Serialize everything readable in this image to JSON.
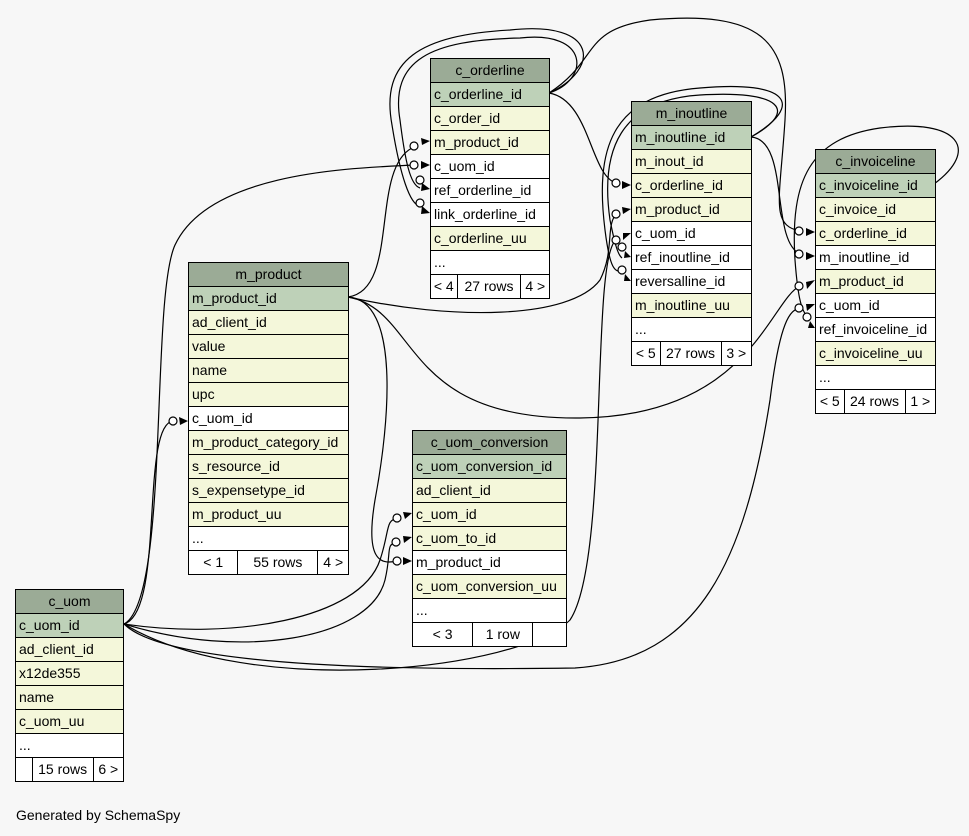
{
  "credit": "Generated by SchemaSpy",
  "colors": {
    "header": "#9bab96",
    "primary_key": "#bed1b8",
    "column": "#f4f7da",
    "foreign_key": "#ffffff",
    "background": "#f7f7f7"
  },
  "tables": {
    "c_orderline": {
      "name": "c_orderline",
      "rows": [
        {
          "label": "c_orderline_id",
          "kind": "pk"
        },
        {
          "label": "c_order_id",
          "kind": "col"
        },
        {
          "label": "m_product_id",
          "kind": "col"
        },
        {
          "label": "c_uom_id",
          "kind": "fk"
        },
        {
          "label": "ref_orderline_id",
          "kind": "fk"
        },
        {
          "label": "link_orderline_id",
          "kind": "fk"
        },
        {
          "label": "c_orderline_uu",
          "kind": "col"
        },
        {
          "label": "...",
          "kind": "more"
        }
      ],
      "footer": [
        "< 4",
        "27 rows",
        "4 >"
      ]
    },
    "m_inoutline": {
      "name": "m_inoutline",
      "rows": [
        {
          "label": "m_inoutline_id",
          "kind": "pk"
        },
        {
          "label": "m_inout_id",
          "kind": "col"
        },
        {
          "label": "c_orderline_id",
          "kind": "col"
        },
        {
          "label": "m_product_id",
          "kind": "col"
        },
        {
          "label": "c_uom_id",
          "kind": "fk"
        },
        {
          "label": "ref_inoutline_id",
          "kind": "fk"
        },
        {
          "label": "reversalline_id",
          "kind": "fk"
        },
        {
          "label": "m_inoutline_uu",
          "kind": "col"
        },
        {
          "label": "...",
          "kind": "more"
        }
      ],
      "footer": [
        "< 5",
        "27 rows",
        "3 >"
      ]
    },
    "c_invoiceline": {
      "name": "c_invoiceline",
      "rows": [
        {
          "label": "c_invoiceline_id",
          "kind": "pk"
        },
        {
          "label": "c_invoice_id",
          "kind": "col"
        },
        {
          "label": "c_orderline_id",
          "kind": "col"
        },
        {
          "label": "m_inoutline_id",
          "kind": "fk"
        },
        {
          "label": "m_product_id",
          "kind": "col"
        },
        {
          "label": "c_uom_id",
          "kind": "fk"
        },
        {
          "label": "ref_invoiceline_id",
          "kind": "fk"
        },
        {
          "label": "c_invoiceline_uu",
          "kind": "col"
        },
        {
          "label": "...",
          "kind": "more"
        }
      ],
      "footer": [
        "< 5",
        "24 rows",
        "1 >"
      ]
    },
    "m_product": {
      "name": "m_product",
      "rows": [
        {
          "label": "m_product_id",
          "kind": "pk"
        },
        {
          "label": "ad_client_id",
          "kind": "col"
        },
        {
          "label": "value",
          "kind": "col"
        },
        {
          "label": "name",
          "kind": "col"
        },
        {
          "label": "upc",
          "kind": "col"
        },
        {
          "label": "c_uom_id",
          "kind": "fk"
        },
        {
          "label": "m_product_category_id",
          "kind": "col"
        },
        {
          "label": "s_resource_id",
          "kind": "col"
        },
        {
          "label": "s_expensetype_id",
          "kind": "col"
        },
        {
          "label": "m_product_uu",
          "kind": "col"
        },
        {
          "label": "...",
          "kind": "more"
        }
      ],
      "footer": [
        "< 1",
        "55 rows",
        "4 >"
      ]
    },
    "c_uom_conversion": {
      "name": "c_uom_conversion",
      "rows": [
        {
          "label": "c_uom_conversion_id",
          "kind": "pk"
        },
        {
          "label": "ad_client_id",
          "kind": "col"
        },
        {
          "label": "c_uom_id",
          "kind": "col"
        },
        {
          "label": "c_uom_to_id",
          "kind": "col"
        },
        {
          "label": "m_product_id",
          "kind": "fk"
        },
        {
          "label": "c_uom_conversion_uu",
          "kind": "col"
        },
        {
          "label": "...",
          "kind": "more"
        }
      ],
      "footer": [
        "< 3",
        "1 row",
        ""
      ]
    },
    "c_uom": {
      "name": "c_uom",
      "rows": [
        {
          "label": "c_uom_id",
          "kind": "pk"
        },
        {
          "label": "ad_client_id",
          "kind": "col"
        },
        {
          "label": "x12de355",
          "kind": "col"
        },
        {
          "label": "name",
          "kind": "col"
        },
        {
          "label": "c_uom_uu",
          "kind": "col"
        },
        {
          "label": "...",
          "kind": "more"
        }
      ],
      "footer": [
        "",
        "15 rows",
        "6 >"
      ]
    }
  }
}
